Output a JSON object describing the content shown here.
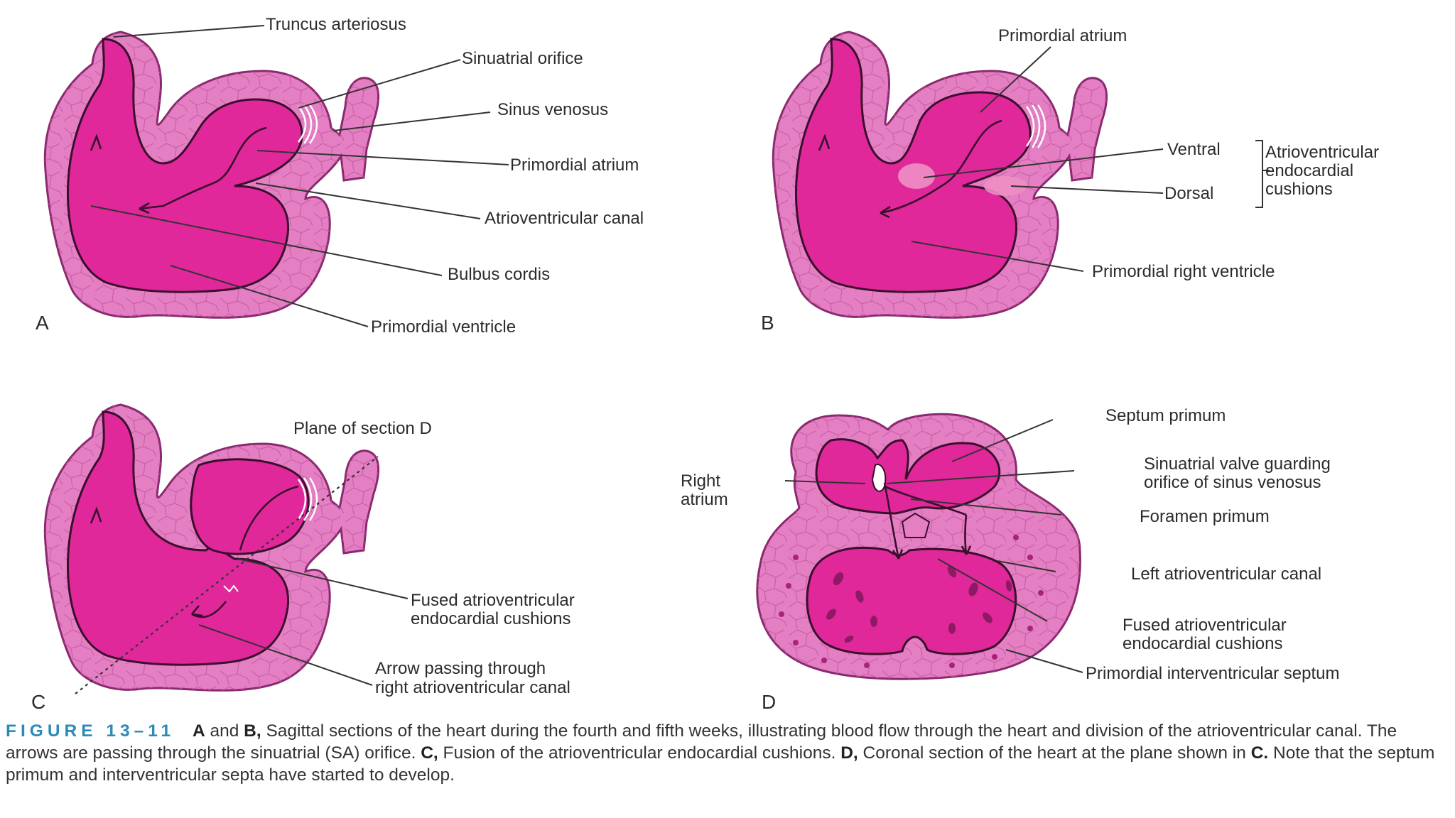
{
  "panels": [
    {
      "letter": "A",
      "labels": [
        "Truncus arteriosus",
        "Sinuatrial orifice",
        "Sinus venosus",
        "Primordial atrium",
        "Atrioventricular canal",
        "Bulbus cordis",
        "Primordial ventricle"
      ]
    },
    {
      "letter": "B",
      "labels": [
        "Primordial atrium",
        "Ventral",
        "Dorsal",
        "Atrioventricular",
        "endocardial",
        "cushions",
        "Primordial right ventricle"
      ]
    },
    {
      "letter": "C",
      "labels": [
        "Plane of section D",
        "Fused atrioventricular",
        "endocardial cushions",
        "Arrow passing through",
        "right atrioventricular canal"
      ]
    },
    {
      "letter": "D",
      "labels": [
        "Septum primum",
        "Right",
        "atrium",
        "Sinuatrial valve guarding",
        "orifice of sinus venosus",
        "Foramen primum",
        "Left atrioventricular canal",
        "Fused atrioventricular",
        "endocardial cushions",
        "Primordial interventricular septum"
      ]
    }
  ],
  "caption": {
    "figure_label": "FIGURE 13–11",
    "part1_bold": "A",
    "part2": " and ",
    "part3_bold": "B,",
    "part4": " Sagittal sections of the heart during the fourth and fifth weeks, illustrating blood flow through the heart and division of the atrioventricular canal. The arrows are passing through the sinuatrial (SA) orifice. ",
    "part5_bold": "C,",
    "part6": " Fusion of the atrioventricular endocardial cushions. ",
    "part7_bold": "D,",
    "part8": " Coronal section of the heart at the plane shown in ",
    "part9_bold": "C.",
    "part10": " Note that the septum primum and interventricular septa have started to develop."
  },
  "colors": {
    "wall": "#e57fc3",
    "lumen": "#e0289b",
    "outline": "#3a0e2c",
    "figure_label": "#2a8ab8"
  }
}
